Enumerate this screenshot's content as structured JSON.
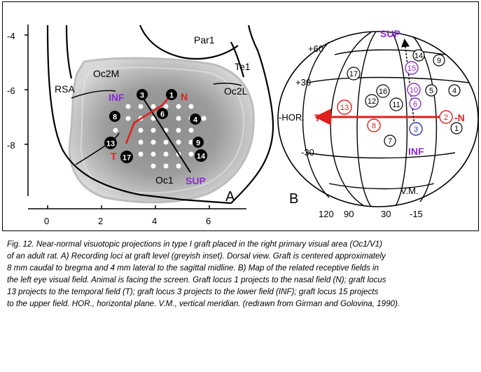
{
  "panel_a": {
    "letter": "A",
    "y_ticks": [
      "-4",
      "-6",
      "-8"
    ],
    "x_ticks": [
      "0",
      "2",
      "4",
      "6"
    ],
    "areas": {
      "par1": "Par1",
      "te1": "Te1",
      "oc2m": "Oc2M",
      "rsa": "RSA",
      "oc2l": "Oc2L",
      "oc1": "Oc1"
    },
    "directions": {
      "inf": "INF",
      "n": "N",
      "t": "T",
      "sup": "SUP"
    },
    "loci": {
      "l1": "1",
      "l3": "3",
      "l4": "4",
      "l6": "6",
      "l8": "8",
      "l9": "9",
      "l13": "13",
      "l14": "14",
      "l17": "17"
    }
  },
  "panel_b": {
    "letter": "B",
    "lat_labels": {
      "p60": "+60",
      "p30": "+30",
      "hor": "-HOR.",
      "m30": "-30"
    },
    "lon_labels": {
      "l120": "120",
      "l90": "90",
      "l30": "30",
      "lm15": "-15"
    },
    "vm": "V.M.",
    "directions": {
      "sup": "SUP",
      "inf": "INF",
      "t": "T",
      "n": "-N"
    },
    "fields": {
      "f1": "1",
      "f2": "2",
      "f3": "3",
      "f4": "4",
      "f5": "5",
      "f6": "6",
      "f7": "7",
      "f8": "8",
      "f9": "9",
      "f10": "10",
      "f11": "11",
      "f12": "12",
      "f13": "13",
      "f14": "14",
      "f15": "15",
      "f16": "16",
      "f17": "17"
    }
  },
  "colors": {
    "red": "#e0201e",
    "purple": "#8a2cd0",
    "blue": "#2a35b0",
    "black": "#000000"
  },
  "caption": [
    "Fig. 12. Near-normal visuotopic projections in type I graft placed in the right primary visual area (Oc1/V1)",
    "of an adult rat. A) Recording loci at graft level (greyish inset). Dorsal view. Graft is centered approximately",
    "8 mm caudal to bregma and 4 mm lateral to the sagittal midline. B) Map of the related receptive fields in",
    "the left eye visual field. Animal is facing the screen. Graft locus 1 projects to the nasal field (N); graft locus",
    "13 projects to the temporal field (T); graft locus 3 projects to the lower field (INF); graft locus 15 projects",
    "to the upper field. HOR., horizontal plane. V.M., vertical meridian. (redrawn from Girman and Golovina, 1990)."
  ]
}
